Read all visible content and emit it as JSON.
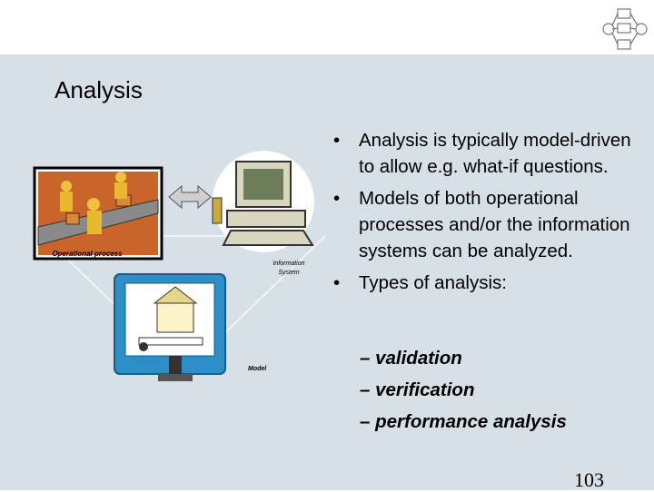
{
  "slide": {
    "title": "Analysis",
    "page_number": "103"
  },
  "figure": {
    "labels": {
      "operational_process": "Operational process",
      "information_system_line1": "Information",
      "information_system_line2": "System",
      "model": "Model"
    }
  },
  "bullets": [
    {
      "marker": "•",
      "text": "Analysis is typically model-driven to allow e.g. what-if questions."
    },
    {
      "marker": "•",
      "text": "Models of both operational processes and/or the information systems can be analyzed."
    },
    {
      "marker": "•",
      "text": "Types of analysis:"
    }
  ],
  "sub_bullets": [
    {
      "marker": "–",
      "text": "validation"
    },
    {
      "marker": "–",
      "text": "verification"
    },
    {
      "marker": "–",
      "text": "performance analysis"
    }
  ],
  "colors": {
    "panel": "#d6e0e6",
    "header": "#ffffff"
  }
}
